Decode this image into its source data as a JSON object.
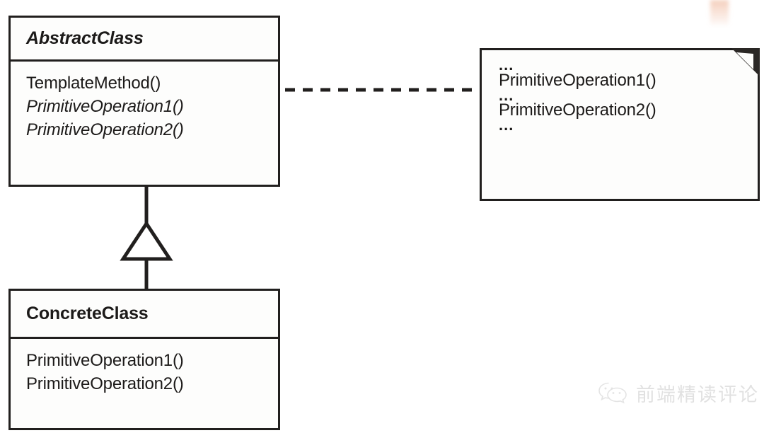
{
  "diagram": {
    "title": "Template Method pattern UML class diagram",
    "ink_color": "#211f1e",
    "background_color": "#ffffff"
  },
  "abstract_class": {
    "name": "AbstractClass",
    "is_abstract": true,
    "members": [
      {
        "label": "TemplateMethod()",
        "abstract": false
      },
      {
        "label": "PrimitiveOperation1()",
        "abstract": true
      },
      {
        "label": "PrimitiveOperation2()",
        "abstract": true
      }
    ]
  },
  "concrete_class": {
    "name": "ConcreteClass",
    "is_abstract": false,
    "members": [
      {
        "label": "PrimitiveOperation1()",
        "abstract": false
      },
      {
        "label": "PrimitiveOperation2()",
        "abstract": false
      }
    ]
  },
  "note": {
    "lines": [
      {
        "text": "...",
        "ellipsis": true
      },
      {
        "text": "PrimitiveOperation1()",
        "ellipsis": false
      },
      {
        "text": "...",
        "ellipsis": true
      },
      {
        "text": "PrimitiveOperation2()",
        "ellipsis": false
      },
      {
        "text": "...",
        "ellipsis": true
      }
    ]
  },
  "relations": {
    "generalization": {
      "type": "inheritance",
      "from": "ConcreteClass",
      "to": "AbstractClass",
      "arrowhead": "hollow-triangle"
    },
    "note_link": {
      "type": "dashed-note-anchor",
      "from": "TemplateMethod()",
      "to": "note",
      "endpoint": "small-hollow-circle"
    }
  },
  "watermark": {
    "text": "前端精读评论",
    "icon": "wechat-icon",
    "color": "#8e8e8e"
  }
}
